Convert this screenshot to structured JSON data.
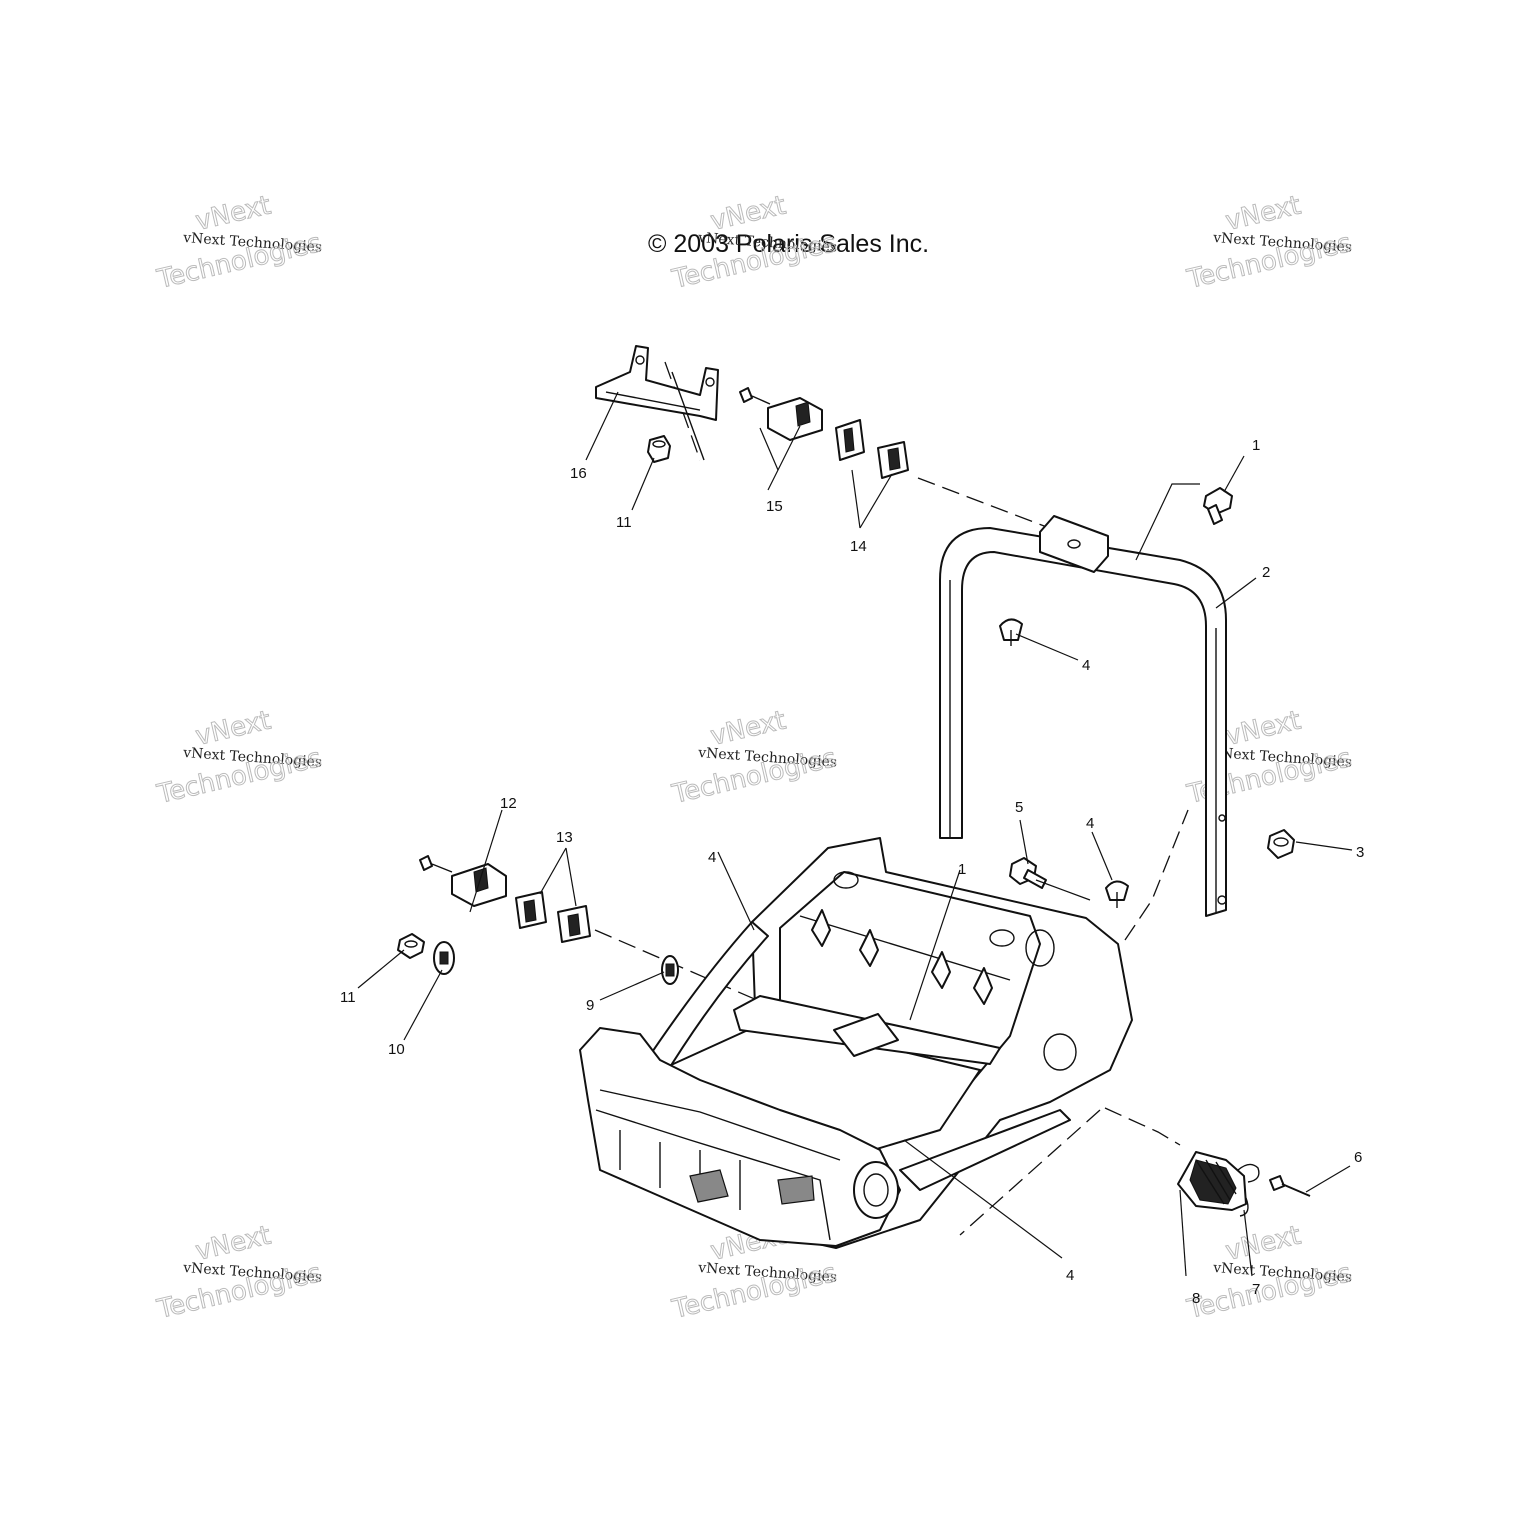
{
  "diagram": {
    "copyright": "© 2003 Polaris Sales Inc.",
    "watermark": {
      "line1": "vNext",
      "line2": "Technologies",
      "line3": "vNext Technologies"
    },
    "callouts": [
      "1",
      "2",
      "3",
      "4",
      "4",
      "4",
      "4",
      "5",
      "6",
      "7",
      "8",
      "9",
      "10",
      "11",
      "11",
      "12",
      "13",
      "14",
      "15",
      "16",
      "1"
    ]
  }
}
